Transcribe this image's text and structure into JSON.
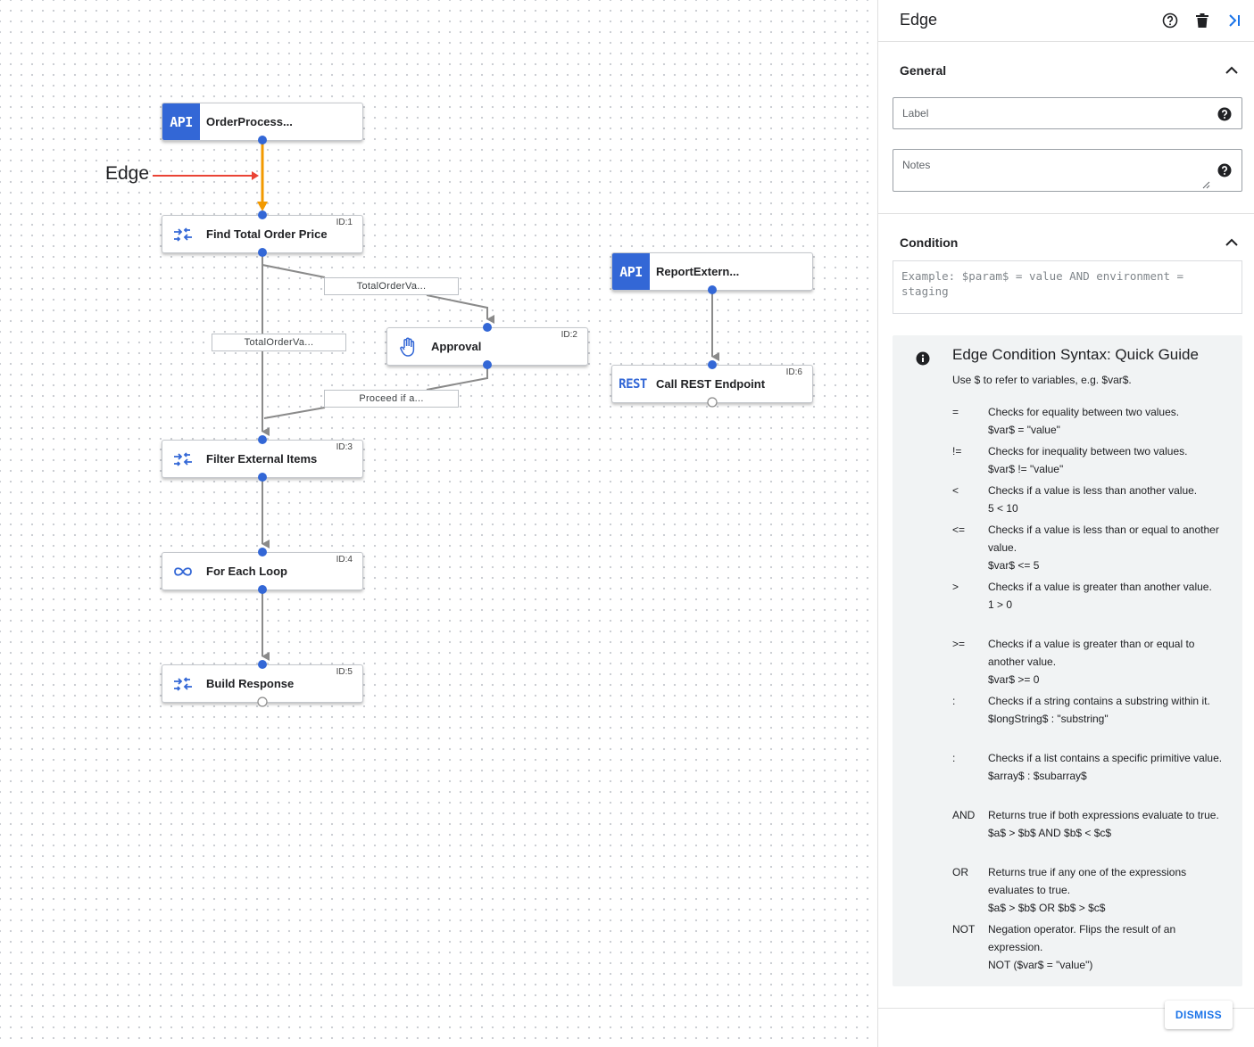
{
  "annotation": {
    "edge_label": "Edge"
  },
  "nodes": [
    {
      "title": "OrderProcess...",
      "id": "",
      "icon": "api-trigger-icon",
      "icon_text": "API"
    },
    {
      "title": "Find Total Order Price",
      "id": "ID:1",
      "icon": "data-mapping-icon"
    },
    {
      "title": "Approval",
      "id": "ID:2",
      "icon": "hand-icon"
    },
    {
      "title": "Filter External Items",
      "id": "ID:3",
      "icon": "data-mapping-icon"
    },
    {
      "title": "For Each Loop",
      "id": "ID:4",
      "icon": "loop-icon"
    },
    {
      "title": "Build Response",
      "id": "ID:5",
      "icon": "data-mapping-icon"
    },
    {
      "title": "ReportExtern...",
      "id": "",
      "icon": "api-trigger-icon",
      "icon_text": "API"
    },
    {
      "title": "Call REST Endpoint",
      "id": "ID:6",
      "icon": "rest-icon",
      "icon_text": "REST"
    }
  ],
  "edge_labels": [
    "TotalOrderVa...",
    "TotalOrderVa...",
    "Proceed if a..."
  ],
  "colors": {
    "selected_edge": "#f29900",
    "annotation_arrow": "#ea4335",
    "port": "#3367d6",
    "edge": "#8a8a8a",
    "accent": "#3367d6"
  },
  "panel": {
    "title": "Edge",
    "general": {
      "title": "General",
      "label_placeholder": "Label",
      "notes_placeholder": "Notes"
    },
    "condition": {
      "title": "Condition",
      "placeholder": "Example: $param$ = value AND environment = staging"
    },
    "guide": {
      "title": "Edge Condition Syntax: Quick Guide",
      "intro": "Use $ to refer to variables, e.g. $var$.",
      "rows": [
        {
          "op": "=",
          "desc": "Checks for equality between two values.",
          "example": "$var$ = \"value\""
        },
        {
          "op": "!=",
          "desc": "Checks for inequality between two values.",
          "example": "$var$ != \"value\""
        },
        {
          "op": "<",
          "desc": "Checks if a value is less than another value.",
          "example": "5 < 10"
        },
        {
          "op": "<=",
          "desc": "Checks if a value is less than or equal to another value.",
          "example": "$var$ <= 5"
        },
        {
          "op": ">",
          "desc": "Checks if a value is greater than another value.",
          "example": "1 > 0"
        },
        {
          "op": ">=",
          "desc": "Checks if a value is greater than or equal to another value.",
          "example": "$var$ >= 0"
        },
        {
          "op": ":",
          "desc": "Checks if a string contains a substring within it.",
          "example": "$longString$ : \"substring\""
        },
        {
          "op": ":",
          "desc": "Checks if a list contains a specific primitive value.",
          "example": "$array$ : $subarray$"
        },
        {
          "op": "AND",
          "desc": "Returns true if both expressions evaluate to true.",
          "example": "$a$ > $b$ AND $b$ < $c$"
        },
        {
          "op": "OR",
          "desc": "Returns true if any one of the expressions evaluates to true.",
          "example": "$a$ > $b$ OR $b$ > $c$"
        },
        {
          "op": "NOT",
          "desc": "Negation operator. Flips the result of an expression.",
          "example": "NOT ($var$ = \"value\")"
        }
      ]
    },
    "dismiss_label": "DISMISS"
  }
}
